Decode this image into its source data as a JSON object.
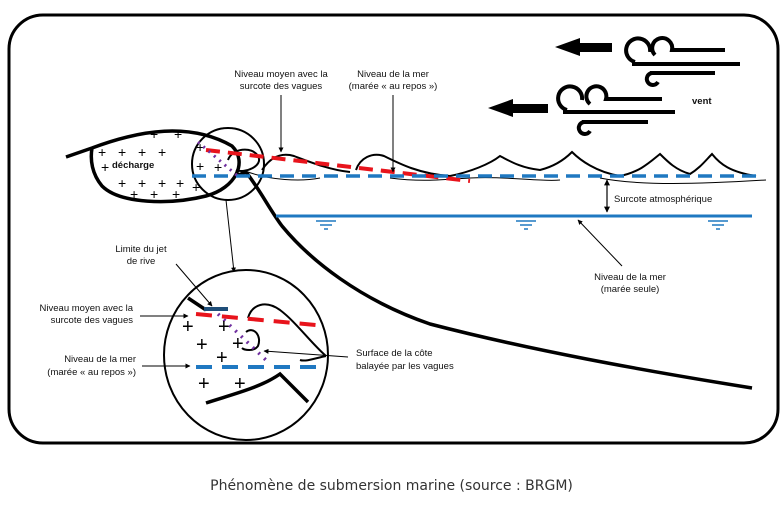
{
  "diagram": {
    "title_caption": "Phénomène de submersion marine (source : BRGM)",
    "colors": {
      "outline": "#000000",
      "mean_level_with_wave_setup": "#e8141c",
      "sea_level_at_rest": "#1f78c1",
      "swash_limit": "#7030a0",
      "tide_only_level": "#1f78c1"
    },
    "labels": {
      "decharge": "décharge",
      "vent": "vent",
      "mean_level_top_line1": "Niveau moyen avec la",
      "mean_level_top_line2": "surcote des vagues",
      "sea_level_rest_top_line1": "Niveau de la mer",
      "sea_level_rest_top_line2": "(marée « au repos »)",
      "surcote_atmospherique": "Surcote atmosphérique",
      "tide_only_line1": "Niveau de la mer",
      "tide_only_line2": "(marée seule)",
      "swash_limit_line1": "Limite du jet",
      "swash_limit_line2": "de rive",
      "mean_level_inset_line1": "Niveau moyen avec la",
      "mean_level_inset_line2": "surcote des vagues",
      "sea_level_inset_line1": "Niveau de la mer",
      "sea_level_inset_line2": "(marée « au repos »)",
      "swept_surface_line1": "Surface de la côte",
      "swept_surface_line2": "balayée par les vagues"
    },
    "icons": [
      "wind-arrow-icon",
      "wind-gust-icon",
      "water-level-icon",
      "plus-sign-icon"
    ]
  }
}
